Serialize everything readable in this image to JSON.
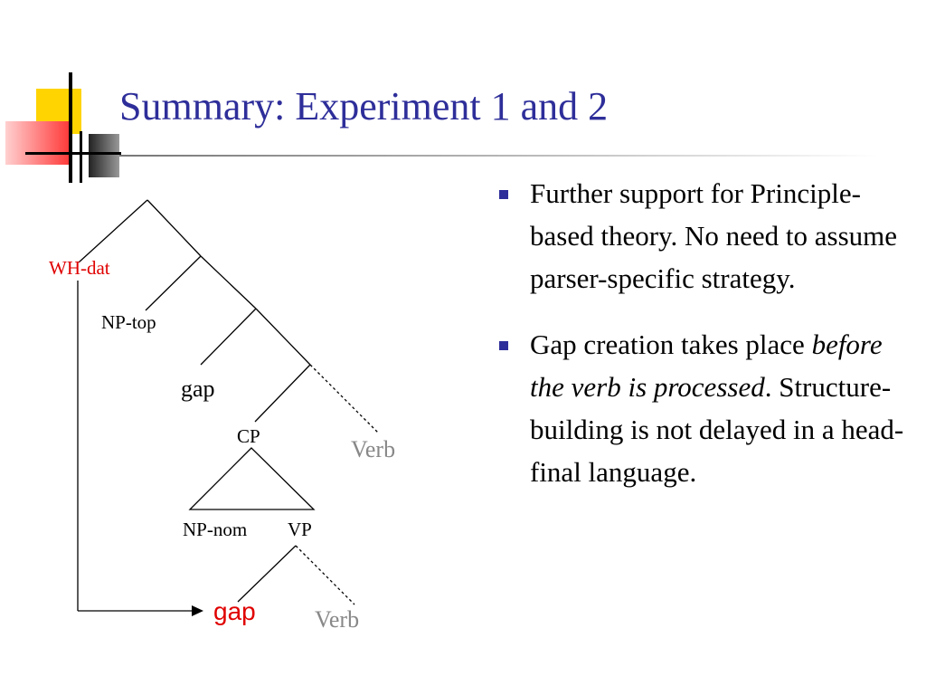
{
  "slide": {
    "title": "Summary: Experiment 1 and 2",
    "accent_colors": {
      "title": "#2e2e9a",
      "yellow": "#ffd400",
      "red": "#ff4040",
      "bullet": "#2e2e9a",
      "highlight": "#e00000",
      "muted": "#888888"
    }
  },
  "diagram": {
    "labels": {
      "wh_dat": "WH-dat",
      "np_top": "NP-top",
      "gap_upper": "gap",
      "cp": "CP",
      "verb_upper": "Verb",
      "np_nom": "NP-nom",
      "vp": "VP",
      "gap_lower": "gap",
      "verb_lower": "Verb"
    }
  },
  "bullets": [
    {
      "parts": [
        {
          "text": "Further support for Principle-based theory. No need to assume parser-specific strategy.",
          "italic": false
        }
      ]
    },
    {
      "parts": [
        {
          "text": "Gap creation takes place ",
          "italic": false
        },
        {
          "text": "before the verb is processed",
          "italic": true
        },
        {
          "text": ". Structure-building is not delayed in a head-final language.",
          "italic": false
        }
      ]
    }
  ]
}
